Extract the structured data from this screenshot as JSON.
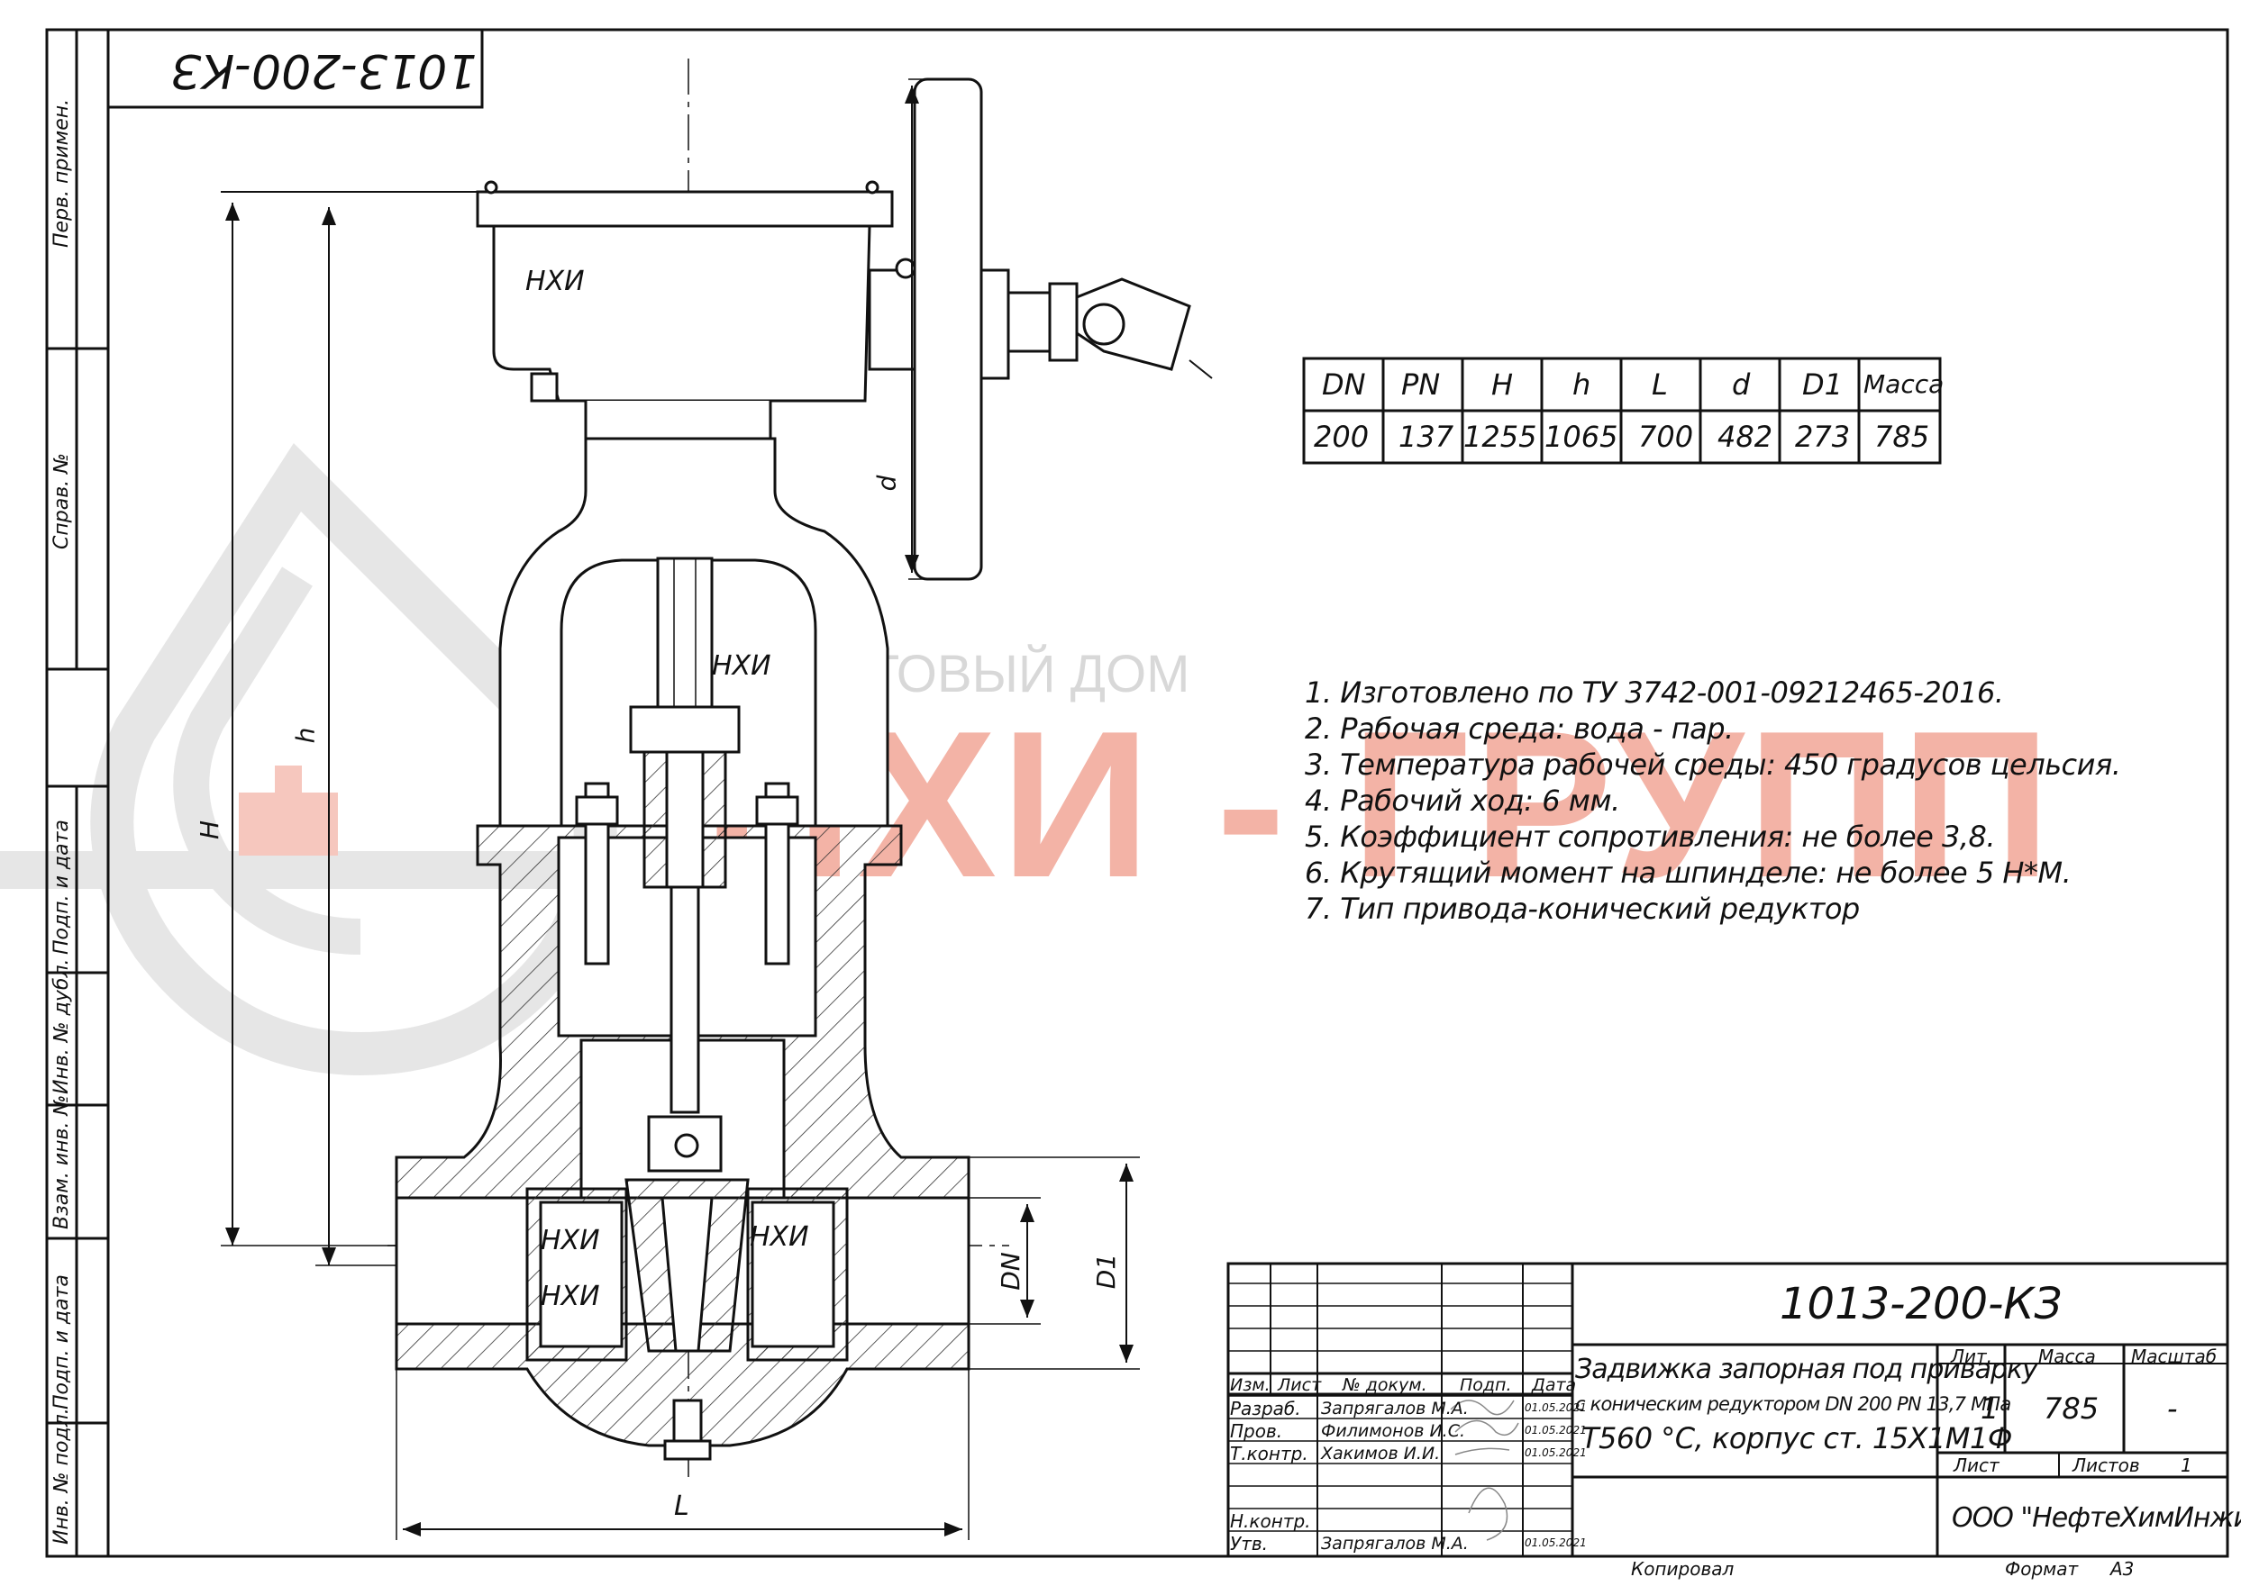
{
  "drawing": {
    "code": "1013-200-КЗ",
    "code_mirrored": "1013-200-КЗ",
    "part_marks": [
      "НХИ",
      "НХИ",
      "НХИ",
      "НХИ",
      "НХИ"
    ],
    "dim_labels": {
      "d": "d",
      "h": "h",
      "H": "H",
      "DN": "DN",
      "D1": "D1",
      "L": "L"
    }
  },
  "watermark": {
    "top": "ТОРГОВЫЙ ДОМ",
    "main": "НХИ - ГРУПП",
    "accent": "#e8553e",
    "gray": "#cfcfcf"
  },
  "spec_table": {
    "headers": [
      "DN",
      "PN",
      "H",
      "h",
      "L",
      "d",
      "D1",
      "Масса"
    ],
    "values": [
      "200",
      "137",
      "1255",
      "1065",
      "700",
      "482",
      "273",
      "785"
    ]
  },
  "notes": [
    "1. Изготовлено по ТУ 3742-001-09212465-2016.",
    "2. Рабочая среда: вода - пар.",
    "3. Температура рабочей среды: 450 градусов цельсия.",
    "4. Рабочий ход: 6 мм.",
    "5. Коэффициент сопротивления: не более 3,8.",
    "6. Крутящий момент на шпинделе: не более 5 Н*М.",
    "7. Тип привода-конический редуктор"
  ],
  "side_stamp": [
    "Перв. примен.",
    "Справ. №",
    "Подп. и дата",
    "Инв. № дубл.",
    "Взам. инв. №",
    "Подп. и дата",
    "Инв. № подл."
  ],
  "title_block": {
    "designation": "1013-200-КЗ",
    "title_lines": [
      "Задвижка запорная под приварку",
      "с коническим редуктором DN 200 PN 13,7 МПа",
      "Т560 °С, корпус ст. 15Х1М1Ф"
    ],
    "headers": {
      "izm": "Изм.",
      "list": "Лист",
      "ndoc": "№ докум.",
      "podp": "Подп.",
      "data": "Дата"
    },
    "roles": [
      {
        "role": "Разраб.",
        "name": "Запрягалов М.А.",
        "date": "01.05.2021"
      },
      {
        "role": "Пров.",
        "name": "Филимонов И.С.",
        "date": "01.05.2021"
      },
      {
        "role": "Т.контр.",
        "name": "Хакимов И.И.",
        "date": "01.05.2021"
      },
      {
        "role": "Н.контр.",
        "name": "",
        "date": ""
      },
      {
        "role": "Утв.",
        "name": "Запрягалов М.А.",
        "date": "01.05.2021"
      }
    ],
    "lit_label": "Лит.",
    "lit_value": "1",
    "mass_label": "Масса",
    "mass_value": "785",
    "scale_label": "Масштаб",
    "scale_value": "-",
    "sheet_label": "Лист",
    "sheets_label": "Листов",
    "sheets_value": "1",
    "company": "ООО \"НефтеХимИнжиниринг\"",
    "copied": "Копировал",
    "format_label": "Формат",
    "format_value": "А3"
  }
}
